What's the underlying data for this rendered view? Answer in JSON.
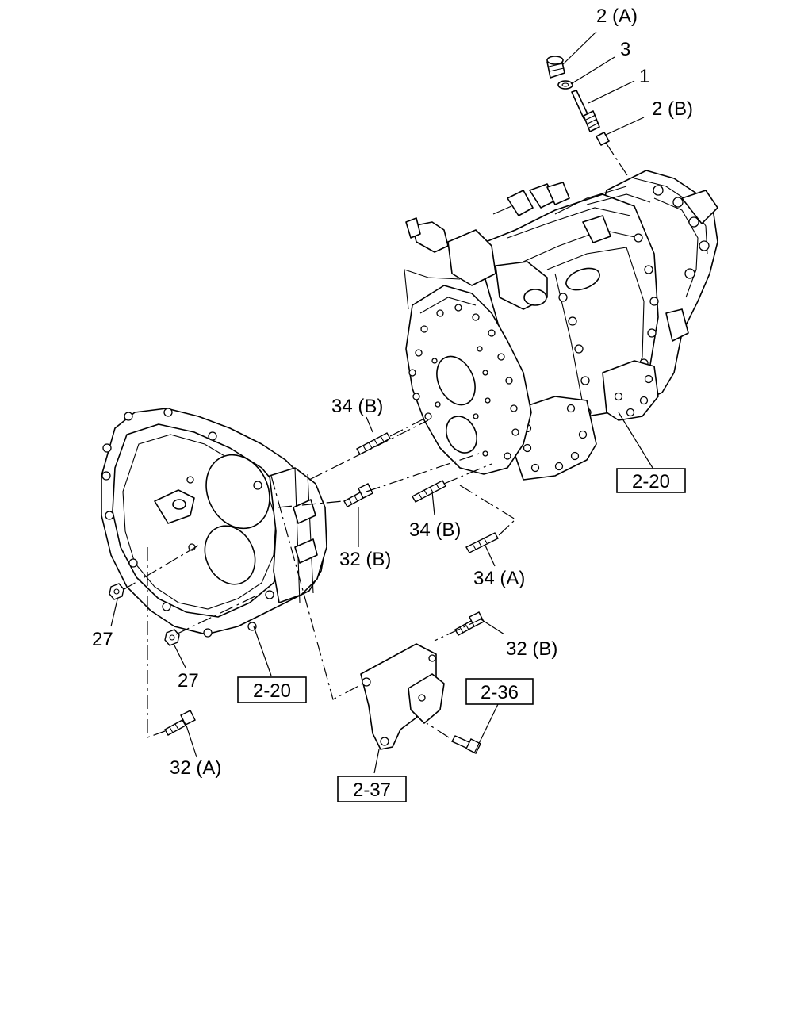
{
  "diagram": {
    "part_labels": {
      "p2a": "2 (A)",
      "p3": "3",
      "p1": "1",
      "p2b": "2 (B)",
      "p34b_upper": "34 (B)",
      "p34b_lower": "34 (B)",
      "p32b_center": "32 (B)",
      "p34a": "34 (A)",
      "p27_left": "27",
      "p27_lower": "27",
      "p32b_right": "32 (B)",
      "p32a": "32 (A)"
    },
    "reference_boxes": {
      "ref_220_right": "2-20",
      "ref_220_left": "2-20",
      "ref_236": "2-36",
      "ref_237": "2-37"
    }
  }
}
